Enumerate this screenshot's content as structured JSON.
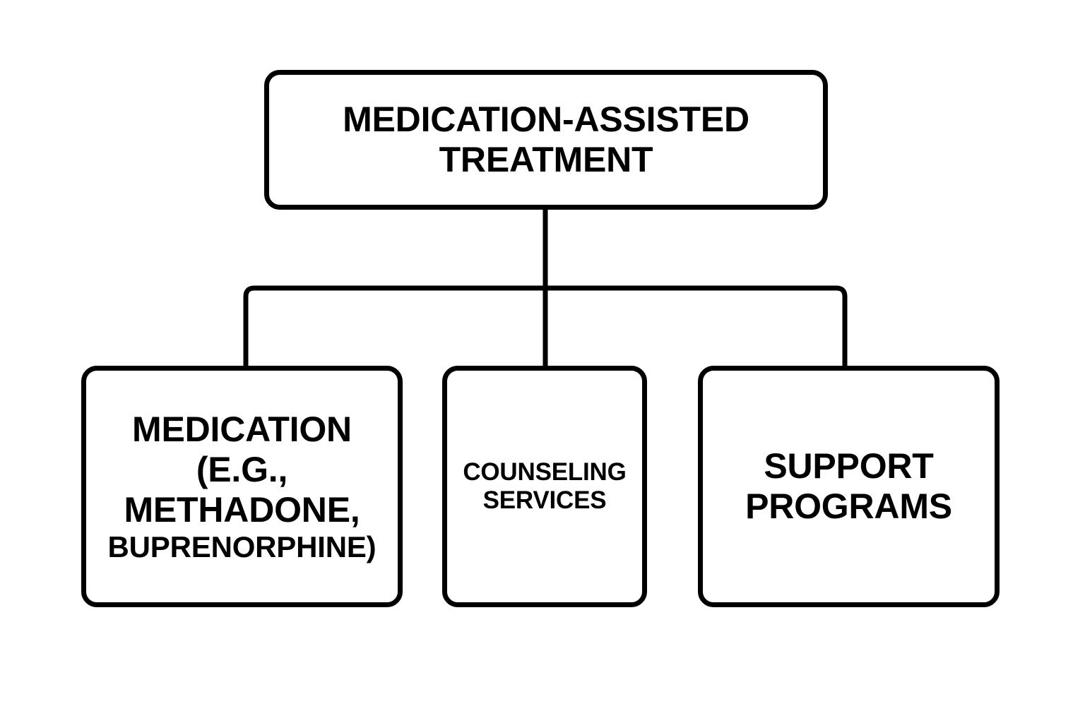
{
  "diagram": {
    "type": "hierarchy-tree",
    "orientation": "top-down",
    "background_color": "#ffffff",
    "stroke_color": "#000000",
    "root": {
      "id": "medication-assisted-treatment",
      "lines": [
        "MEDICATION-ASSISTED",
        "TREATMENT"
      ],
      "full_text": "MEDICATION-ASSISTED TREATMENT"
    },
    "children": [
      {
        "id": "medication",
        "lines": [
          "MEDICATION",
          "(E.G.,",
          "METHADONE,",
          "BUPRENORPHINE)"
        ],
        "full_text": "MEDICATION (E.G., METHADONE, BUPRENORPHINE)"
      },
      {
        "id": "counseling-services",
        "lines": [
          "COUNSELING",
          "SERVICES"
        ],
        "full_text": "COUNSELING SERVICES"
      },
      {
        "id": "support-programs",
        "lines": [
          "SUPPORT",
          "PROGRAMS"
        ],
        "full_text": "SUPPORT PROGRAMS"
      }
    ]
  }
}
